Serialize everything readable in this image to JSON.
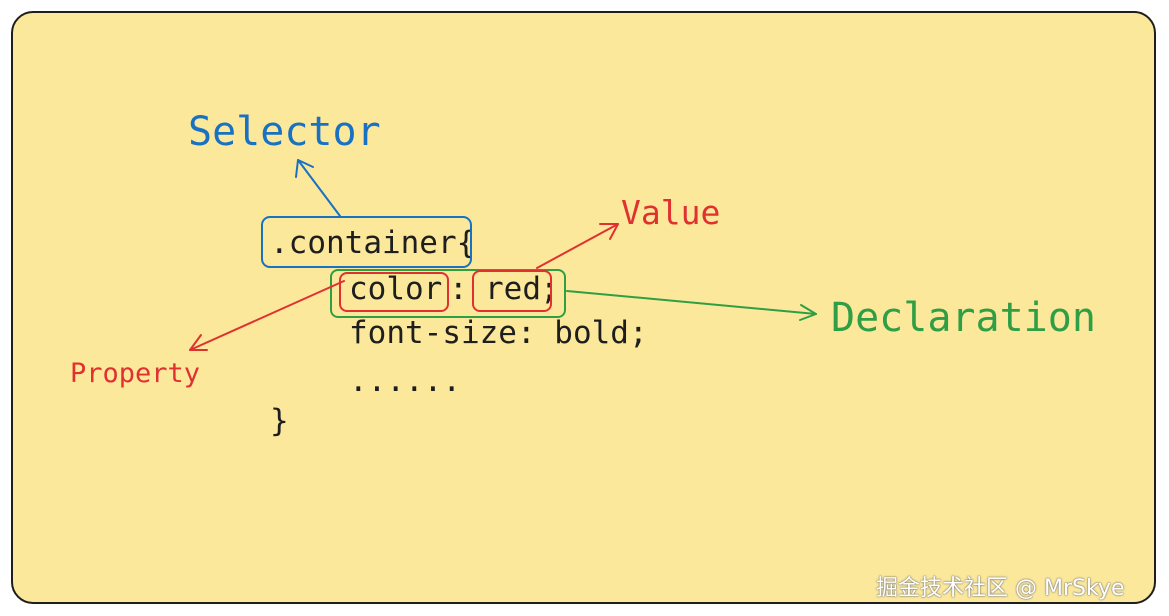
{
  "code_lines": {
    "line1": ".container{",
    "line2_property": "color",
    "line2_colon": ":",
    "line2_value": "red",
    "line2_semicolon": ";",
    "line3": "font-size: bold;",
    "line4": "......",
    "line5": "}"
  },
  "labels": {
    "selector": "Selector",
    "value": "Value",
    "property": "Property",
    "declaration": "Declaration"
  },
  "watermark": "掘金技术社区 @ MrSkye",
  "colors": {
    "background": "#fbe89b",
    "selector": "#1971c2",
    "value_property": "#e03131",
    "declaration": "#2f9e44",
    "text": "#1e1e1e"
  }
}
